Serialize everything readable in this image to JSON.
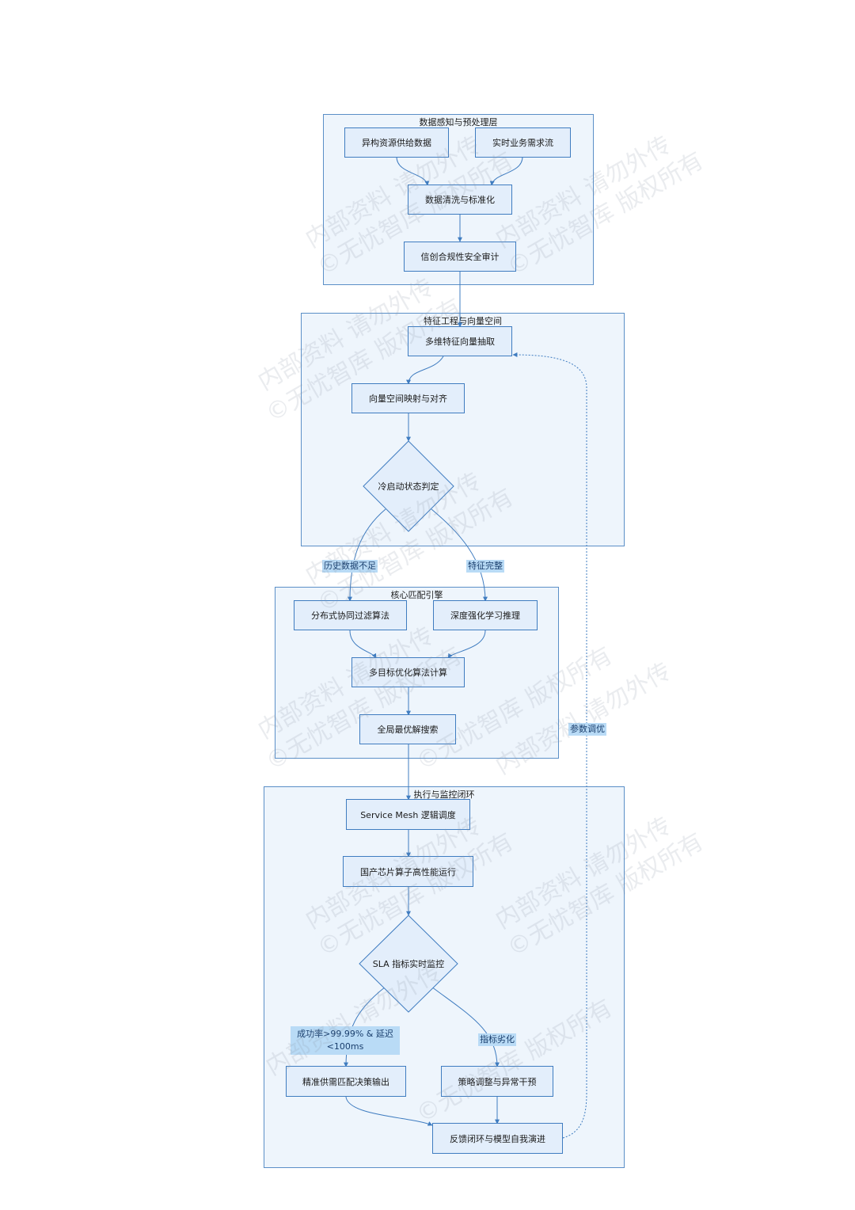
{
  "groups": {
    "ingest": "数据感知与预处理层",
    "feature": "特征工程与向量空间",
    "engine": "核心匹配引擎",
    "exec": "执行与监控闭环"
  },
  "nodes": {
    "hetero_data": "异构资源供给数据",
    "realtime_demand": "实时业务需求流",
    "clean": "数据清洗与标准化",
    "audit": "信创合规性安全审计",
    "extract": "多维特征向量抽取",
    "mapping": "向量空间映射与对齐",
    "cold_start": "冷启动状态判定",
    "collab_filter": "分布式协同过滤算法",
    "drl": "深度强化学习推理",
    "multi_obj": "多目标优化算法计算",
    "global_search": "全局最优解搜索",
    "service_mesh": "Service Mesh 逻辑调度",
    "chip": "国产芯片算子高性能运行",
    "sla": "SLA 指标实时监控",
    "precise_output": "精准供需匹配决策输出",
    "strategy": "策略调整与异常干预",
    "feedback": "反馈闭环与模型自我演进"
  },
  "edge_labels": {
    "insufficient": "历史数据不足",
    "complete": "特征完整",
    "success": "成功率>99.99% & 延迟<100ms",
    "degrade": "指标劣化",
    "tuning": "参数调优"
  },
  "watermark": {
    "line1": "内部资料 请勿外传",
    "line2": "©无忧智库 版权所有"
  },
  "colors": {
    "group_fill": "#eef5fc",
    "group_border": "#5b8fc7",
    "node_fill": "#e3eefb",
    "node_border": "#3f7cc0",
    "edge": "#3f7cc0",
    "label_bg": "#b9dbf6"
  }
}
